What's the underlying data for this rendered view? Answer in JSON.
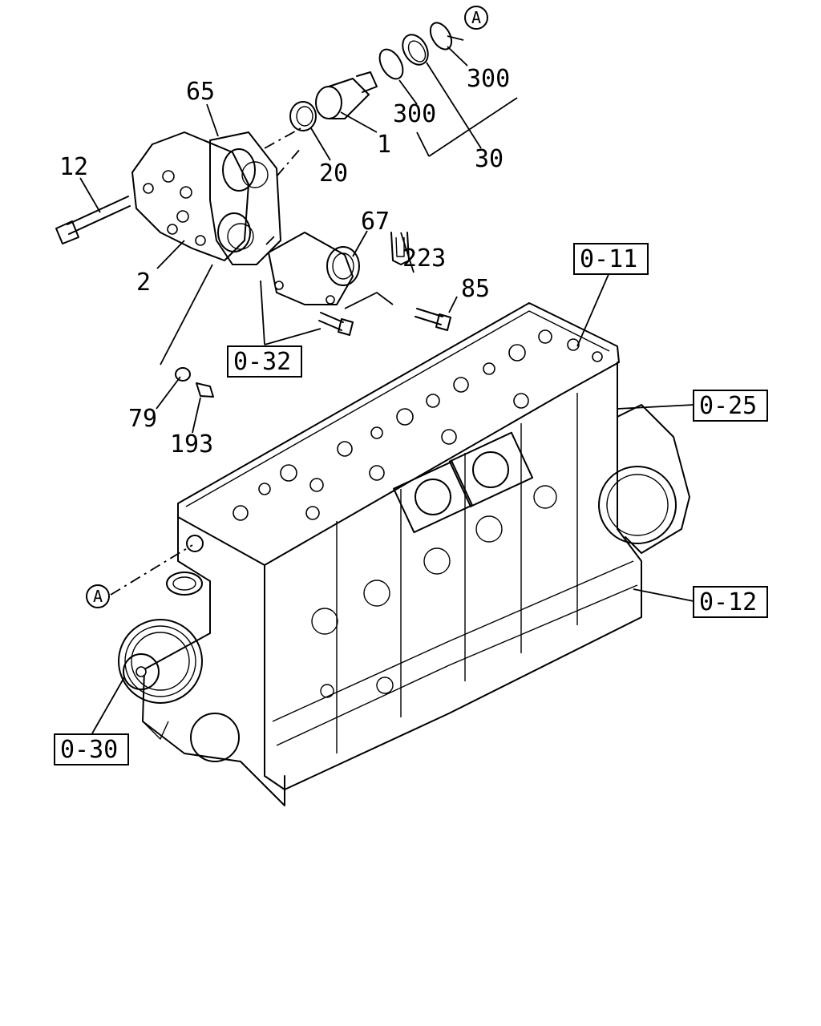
{
  "diagram": {
    "part_numbers": {
      "p65": "65",
      "p12": "12",
      "p2": "2",
      "p20": "20",
      "p1": "1",
      "p300a": "300",
      "p300b": "300",
      "p30": "30",
      "p67": "67",
      "p223": "223",
      "p85": "85",
      "p79": "79",
      "p193": "193"
    },
    "reference_boxes": {
      "r011": "0-11",
      "r025": "0-25",
      "r012": "0-12",
      "r030": "0-30",
      "r032": "0-32"
    },
    "connector_marks": {
      "top": "A",
      "left": "A"
    }
  }
}
